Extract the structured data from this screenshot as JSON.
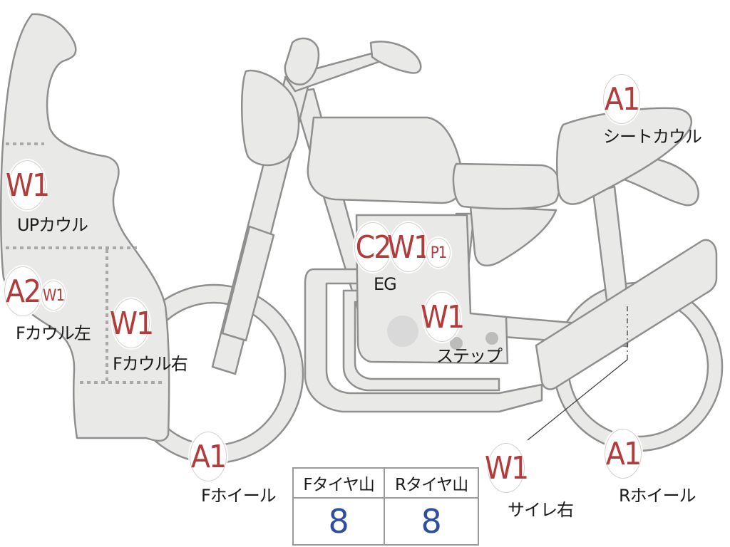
{
  "badges": {
    "up_cowl": "W1",
    "f_cowl_left_a": "A2",
    "f_cowl_left_w": "W1",
    "f_cowl_right": "W1",
    "f_wheel": "A1",
    "engine_c": "C2",
    "engine_w": "W1",
    "engine_p": "P1",
    "step": "W1",
    "seat_cowl": "A1",
    "silencer_right": "W1",
    "r_wheel": "A1"
  },
  "labels": {
    "up_cowl": "UPカウル",
    "f_cowl_left": "Fカウル左",
    "f_cowl_right": "Fカウル右",
    "f_wheel": "Fホイール",
    "engine": "EG",
    "step": "ステップ",
    "seat_cowl": "シートカウル",
    "silencer_right": "サイレ右",
    "r_wheel": "Rホイール"
  },
  "tires": {
    "front_header": "Fタイヤ山",
    "rear_header": "Rタイヤ山",
    "front_value": "8",
    "rear_value": "8"
  },
  "colors": {
    "part_fill": "#e9e9e7",
    "part_outline": "#8f8f8f",
    "badge_text": "#b23b3b",
    "tire_value": "#2f4f9e"
  }
}
